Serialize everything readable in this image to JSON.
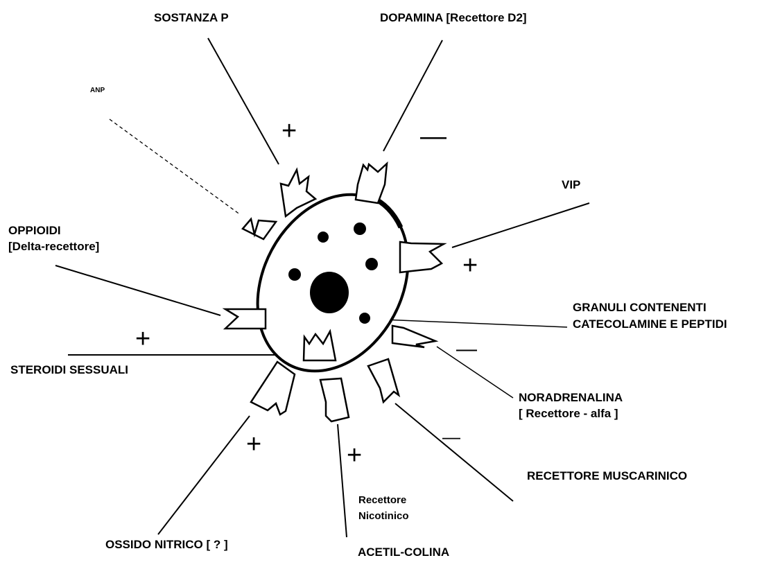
{
  "labels": {
    "sostanza_p": "SOSTANZA  P",
    "dopamina": "DOPAMINA  [Recettore  D2]",
    "anp": "ANP",
    "vip": "VIP",
    "oppioidi_1": "OPPIOIDI",
    "oppioidi_2": "[Delta-recettore]",
    "granuli_1": "GRANULI CONTENENTI",
    "granuli_2": "CATECOLAMINE E PEPTIDI",
    "steroidi": "STEROIDI SESSUALI",
    "noradrenalina_1": "NORADRENALINA",
    "noradrenalina_2": "[ Recettore  - alfa ]",
    "muscarinico": "RECETTORE MUSCARINICO",
    "nicotinico_1": "Recettore",
    "nicotinico_2": "Nicotinico",
    "ossido": "OSSIDO  NITRICO  [ ? ]",
    "acetilcolina": "ACETIL-COLINA"
  },
  "signs": {
    "plus": "+",
    "minus": "—"
  }
}
